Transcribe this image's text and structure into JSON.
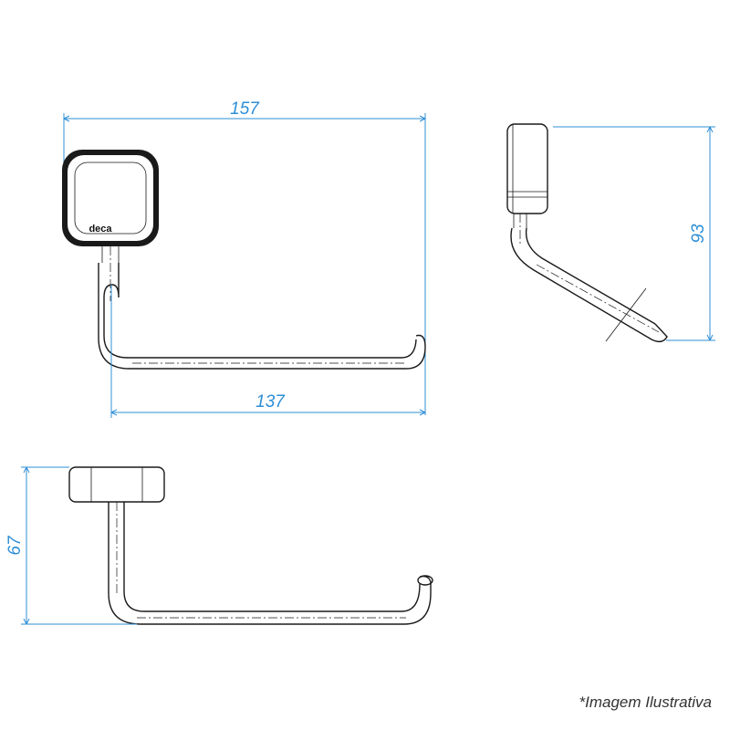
{
  "front_view": {
    "overall_width": "157",
    "arm_length": "137",
    "logo": "deca"
  },
  "side_view": {
    "height": "93"
  },
  "top_view": {
    "depth": "67"
  },
  "caption": "*Imagem Ilustrativa",
  "colors": {
    "dimension": "#2f8fd6",
    "outline": "#1a1a1a"
  }
}
